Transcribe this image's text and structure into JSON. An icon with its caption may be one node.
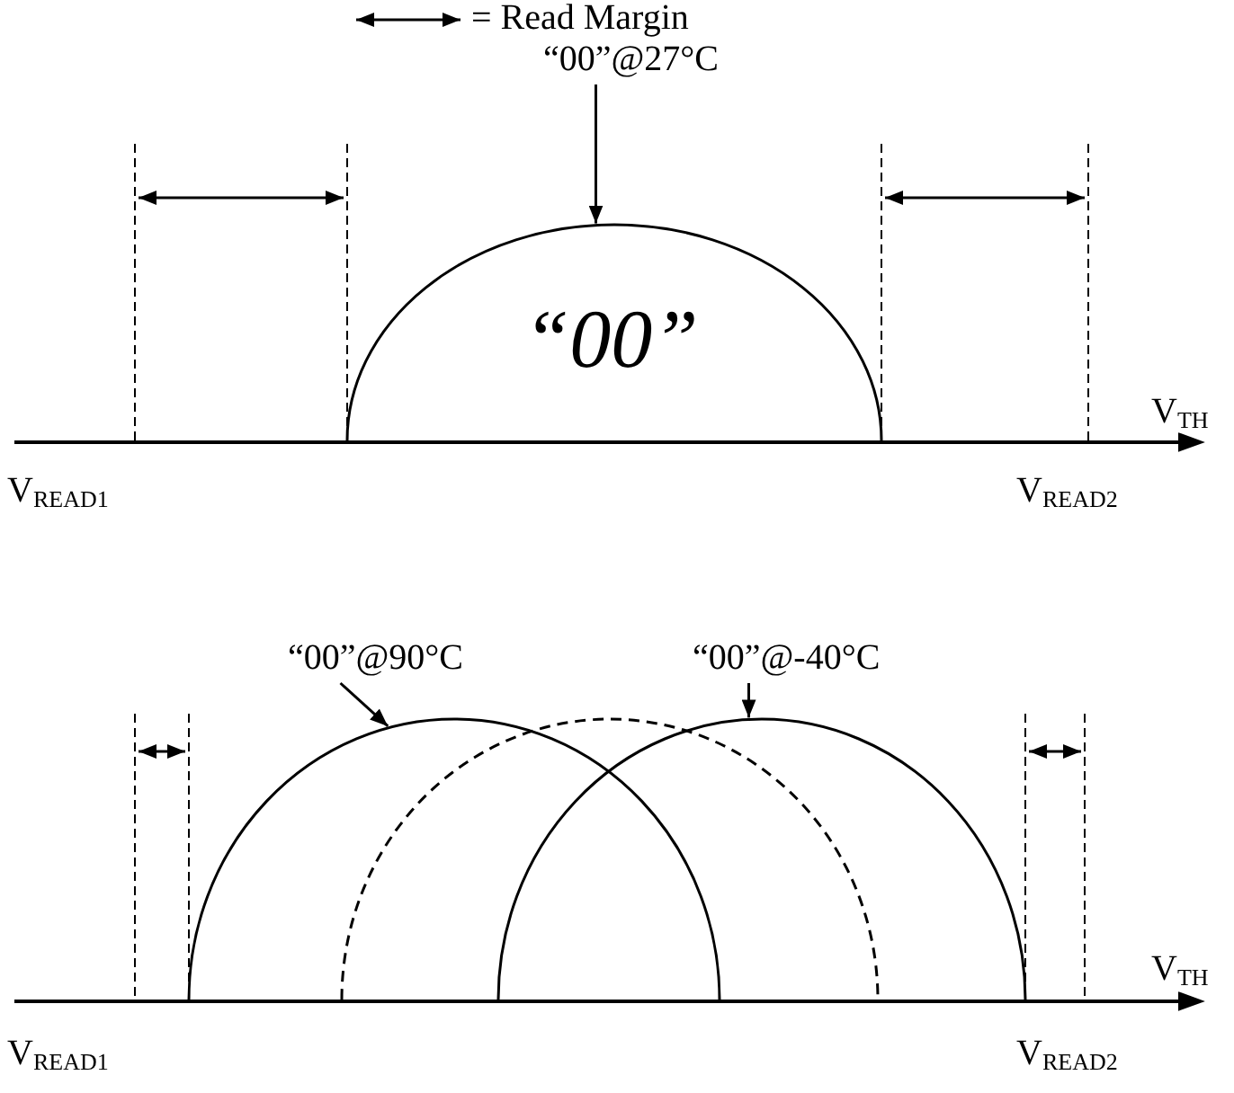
{
  "diagram": {
    "nodes": [
      {
        "text": [
          "“00”"
        ]
      },
      {
        "text": [
          "“00”@27°C"
        ]
      },
      {
        "text": [
          "“00”@90°C"
        ]
      },
      {
        "text": [
          "“00”@-40°C"
        ]
      },
      {
        "text": [],
        "shape": "curve"
      },
      {
        "text": [],
        "shape": "curve"
      },
      {
        "text": [],
        "shape": "curve"
      }
    ],
    "edges": [
      {
        "from": 1,
        "to": 0,
        "arrow": "to"
      },
      {
        "from": 2,
        "to": 4,
        "arrow": "to"
      },
      {
        "from": 3,
        "to": 6,
        "arrow": "to"
      }
    ],
    "labels": [
      "V$_{TH}$",
      "V$_{READ1}$",
      "V$_{READ2}$",
      "V$_{TH}$",
      "V$_{READ1}$",
      "V$_{READ2}$"
    ],
    "legend": [
      {
        "text": "= Read Margin"
      }
    ]
  }
}
